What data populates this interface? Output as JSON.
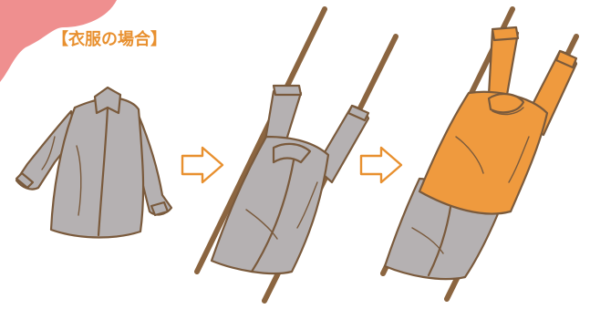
{
  "title": "【衣服の場合】",
  "colors": {
    "accent": "#e8902f",
    "blob": "#ef8f8f",
    "garment_gray": "#b5b1b2",
    "garment_orange": "#ef9a3e",
    "outline_brown": "#7a5a3c",
    "pole_brown": "#8b6540"
  },
  "steps": [
    {
      "name": "jacket-flat",
      "color": "gray"
    },
    {
      "name": "jacket-on-poles",
      "color": "gray"
    },
    {
      "name": "sweater-over-jacket-on-poles",
      "color": "orange"
    }
  ],
  "arrows": [
    "arrow-right",
    "arrow-right"
  ]
}
